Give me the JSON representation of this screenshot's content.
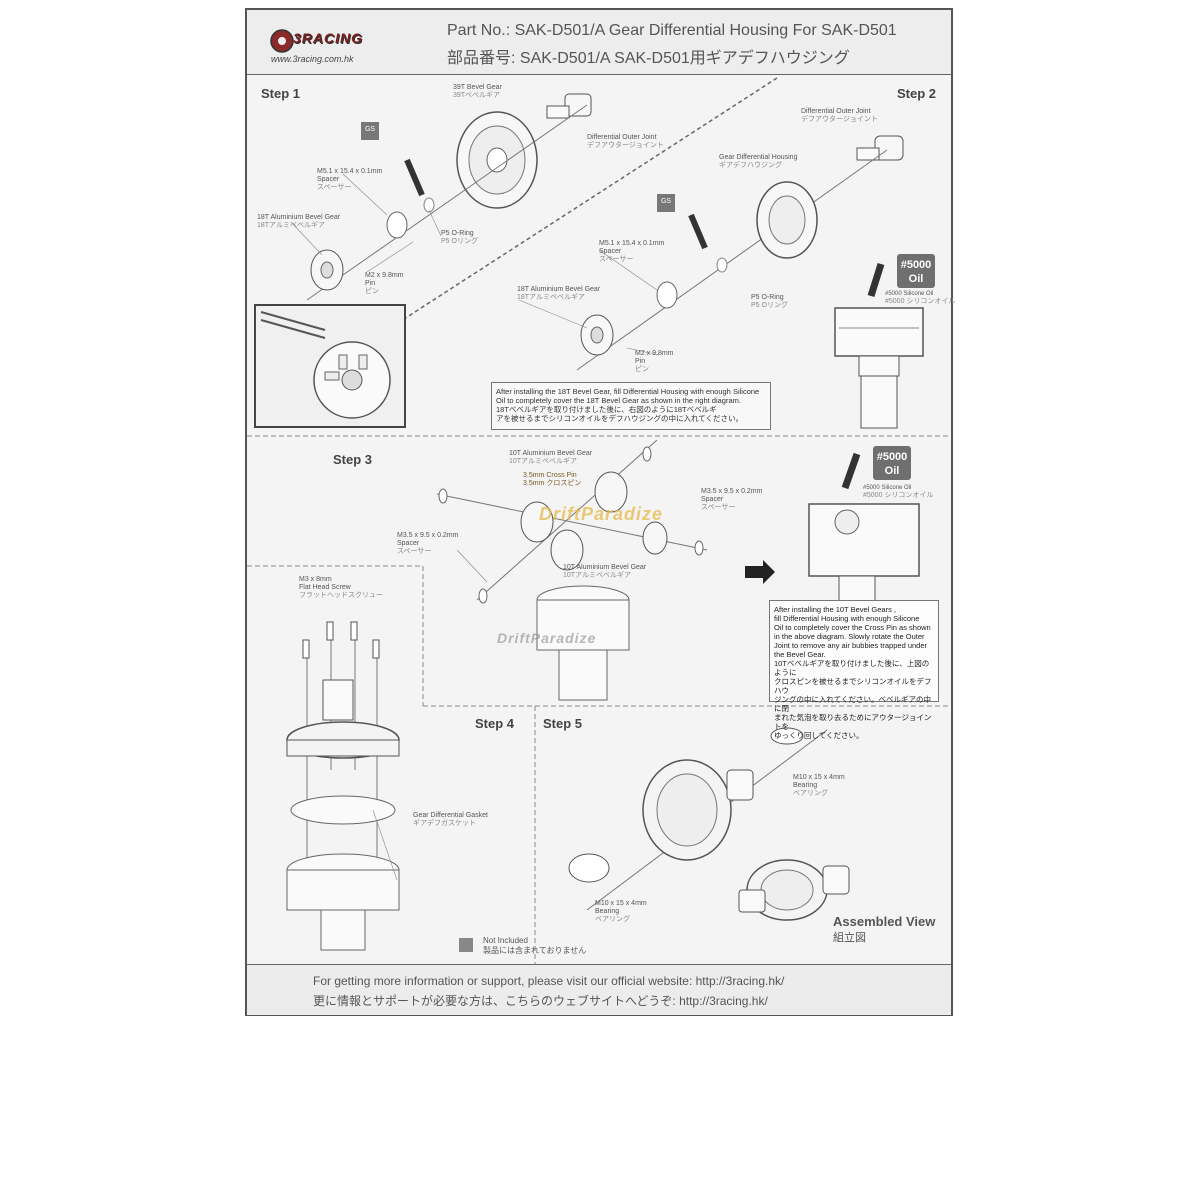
{
  "header": {
    "brand": "3RACING",
    "site_small": "www.3racing.com.hk",
    "title_en": "Part No.: SAK-D501/A  Gear Differential Housing For SAK-D501",
    "title_jp": "部品番号: SAK-D501/A   SAK-D501用ギアデフハウジング"
  },
  "steps": {
    "s1": "Step 1",
    "s2": "Step 2",
    "s3": "Step 3",
    "s4": "Step 4",
    "s5": "Step 5"
  },
  "step1": {
    "bevel39": [
      "39T Bevel Gear",
      "39Tベベルギア"
    ],
    "outer_joint": [
      "Differential Outer Joint",
      "デフアウタージョイント"
    ],
    "spacer": [
      "M5.1 x 15.4 x 0.1mm",
      "Spacer",
      "スペーサー"
    ],
    "bevel18": [
      "18T Aluminium Bevel Gear",
      "18Tアルミベベルギア"
    ],
    "oring": [
      "P5 O-Ring",
      "P5 Oリング"
    ],
    "pin": [
      "M2 x 9.8mm",
      "Pin",
      "ピン"
    ],
    "gs": "GS"
  },
  "step2": {
    "outer_joint": [
      "Differential Outer Joint",
      "デフアウタージョイント"
    ],
    "housing": [
      "Gear Differential Housing",
      "ギアデフハウジング"
    ],
    "spacer": [
      "M5.1 x 15.4 x 0.1mm",
      "Spacer",
      "スペーサー"
    ],
    "bevel18": [
      "18T Aluminium Bevel Gear",
      "18Tアルミベベルギア"
    ],
    "oring": [
      "P5 O-Ring",
      "P5 Oリング"
    ],
    "pin": [
      "M2 x 9.8mm",
      "Pin",
      "ピン"
    ],
    "oil_badge": [
      "#5000",
      "Oil"
    ],
    "oil_label": [
      "#5000 Silicone Oil",
      "#5000 シリコンオイル"
    ],
    "gs": "GS",
    "note": [
      "After installing the 18T Bevel Gear, fill Differential Housing with enough Silicone",
      "Oil to completely cover the 18T Bevel Gear as shown in the right diagram.",
      "18Tベベルギアを取り付けました後に、右図のように18Tベベルギ",
      "アを被せるまでシリコンオイルをデフハウジングの中に入れてください。"
    ]
  },
  "step3": {
    "bevel10_top": [
      "10T Aluminium Bevel Gear",
      "10Tアルミベベルギア"
    ],
    "cross_pin": [
      "3.5mm Cross Pin",
      "3.5mm クロスピン"
    ],
    "spacer_r": [
      "M3.5 x 9.5 x 0.2mm",
      "Spacer",
      "スペーサー"
    ],
    "spacer_l": [
      "M3.5 x 9.5 x 0.2mm",
      "Spacer",
      "スペーサー"
    ],
    "bevel10_bot": [
      "10T Aluminium Bevel Gear",
      "10Tアルミベベルギア"
    ],
    "watermark": "DriftParadize",
    "oil_badge": [
      "#5000",
      "Oil"
    ],
    "oil_label": [
      "#5000 Silicone Oil",
      "#5000 シリコンオイル"
    ],
    "note": [
      "After installing the 10T Bevel Gears ,",
      "fill Differential Housing with enough Silicone",
      "Oil to completely cover the Cross Pin as shown",
      "in the above diagram. Slowly rotate the Outer",
      "Joint to remove any air bubbies trapped under",
      "the Bevel Gear.",
      "10Tベベルギアを取り付けました後に、上図のように",
      "クロスピンを被せるまでシリコンオイルをデフハウ",
      "ジングの中に入れてください。ベベルギアの中に閉",
      "まれた気泡を取り去るためにアウタージョイントを",
      "ゆっくり回してください。"
    ]
  },
  "step4": {
    "screw": [
      "M3 x 8mm",
      "Flat Head Screw",
      "フラットヘッドスクリュー"
    ],
    "gasket": [
      "Gear Differential Gasket",
      "ギアデフガスケット"
    ]
  },
  "step5": {
    "bearing_top": [
      "M10 x 15 x 4mm",
      "Bearing",
      "ベアリング"
    ],
    "bearing_bot": [
      "M10 x 15 x 4mm",
      "Bearing",
      "ベアリング"
    ],
    "assembled": [
      "Assembled View",
      "組立図"
    ],
    "not_included": [
      "Not Included",
      "製品には含まれておりません"
    ]
  },
  "footer": {
    "line1": "For getting more information or support, please visit our official website: http://3racing.hk/",
    "line2": "更に情報とサポートが必要な方は、こちらのウェブサイトへどうぞ: http://3racing.hk/"
  }
}
